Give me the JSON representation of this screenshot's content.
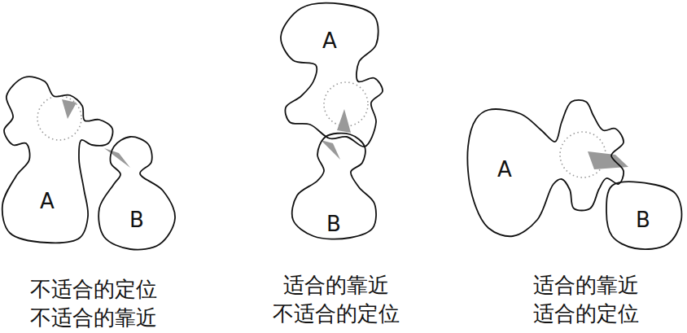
{
  "diagram": {
    "nodes": [
      {
        "text": [
          "A"
        ]
      },
      {
        "text": [
          "B"
        ]
      },
      {
        "text": [
          "A"
        ]
      },
      {
        "text": [
          "B"
        ]
      },
      {
        "text": [
          "A"
        ]
      },
      {
        "text": [
          "B"
        ]
      }
    ],
    "labels": [
      "不适合的定位",
      "不适合的靠近",
      "适合的靠近",
      "不适合的定位",
      "适合的靠近",
      "适合的定位"
    ]
  }
}
